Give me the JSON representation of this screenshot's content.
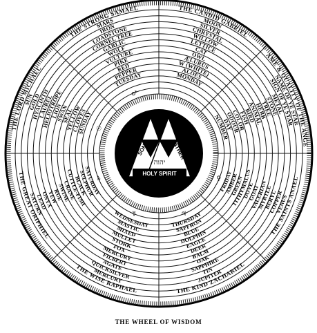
{
  "caption": "THE WHEEL OF WISDOM",
  "triangles": {
    "left": "SON",
    "right": "FATHER",
    "band": "HOLY SPIRIT",
    "hebrew": "יהוה"
  },
  "sectors": [
    {
      "outer": "THE CANDID GABRIEL",
      "rings": [
        "MOON",
        "SILVER",
        "CHRYSTAL",
        "WILLOW",
        "LETTICE",
        "CAT",
        "OWL",
        "ÆLURUS",
        "W (WHITE)",
        "ALOES",
        "MONDAY"
      ],
      "glyph": ""
    },
    {
      "outer": "NAME & QUALITY OF THE ANGEL",
      "rings": [
        "NAME OF YE STAR",
        "SIGN OF YE STAR",
        "METAL",
        "STONE",
        "TREE",
        "HERB",
        "ANIMAL",
        "BIRD",
        "FISH",
        "COLOR",
        "ODOUR",
        "DAY",
        "NUMBER"
      ],
      "glyph": ""
    },
    {
      "outer": "THE SAINTS ANAEL",
      "rings": [
        "VENUS",
        "COPPER",
        "BERYL",
        "MYRTLE",
        "VALERIAN",
        "GOAT",
        "DOVE",
        "TITHYMALUS",
        "GREEN",
        "AMBER",
        "FRIDAY"
      ],
      "glyph": "♀"
    },
    {
      "outer": "THE KIND ZACHARIEL",
      "rings": [
        "JUPITER",
        "TIN",
        "SAPPHIRE",
        "OAK",
        "BALM",
        "DEER",
        "EAGLE",
        "DOLPHIN",
        "BLUE",
        "SAFFRON",
        "THURSDAY"
      ],
      "glyph": "♃"
    },
    {
      "outer": "THE WISE RAPHAEL",
      "rings": [
        "MERCURY",
        "QUICKSILVER",
        "AGATE",
        "FILBERT",
        "MERCURY",
        "FOX",
        "STORK",
        "MULLET",
        "MIXED",
        "MASTIC",
        "WEDNESDAY"
      ],
      "glyph": "☿"
    },
    {
      "outer": "THE GREAT ORIPHIEL",
      "rings": [
        "SATURN",
        "LEAD",
        "ONYX",
        "YEW",
        "RUE",
        "SWINE",
        "CRANE",
        "CUTTLE-FISH",
        "BLACK",
        "SULPHUR",
        "SATURDAY"
      ],
      "glyph": "♄"
    },
    {
      "outer": "THE LORD MICHAEL",
      "rings": [
        "SUN",
        "GOLD",
        "HYACINTH",
        "LAUREL",
        "HELIOTROPE",
        "LION",
        "SWAN",
        "SEAL",
        "YELLOW",
        "CLOVES",
        "SUNDAY"
      ],
      "glyph": "☉"
    },
    {
      "outer": "THE STRONG SAMAEL",
      "rings": [
        "MARS",
        "IRON",
        "LOADSTONE",
        "CORNEL TREE",
        "GARLIC",
        "WOLF",
        "VULTURE",
        "PIKE",
        "RED",
        "PEPPER",
        "TUESDAY"
      ],
      "glyph": "♂"
    }
  ]
}
